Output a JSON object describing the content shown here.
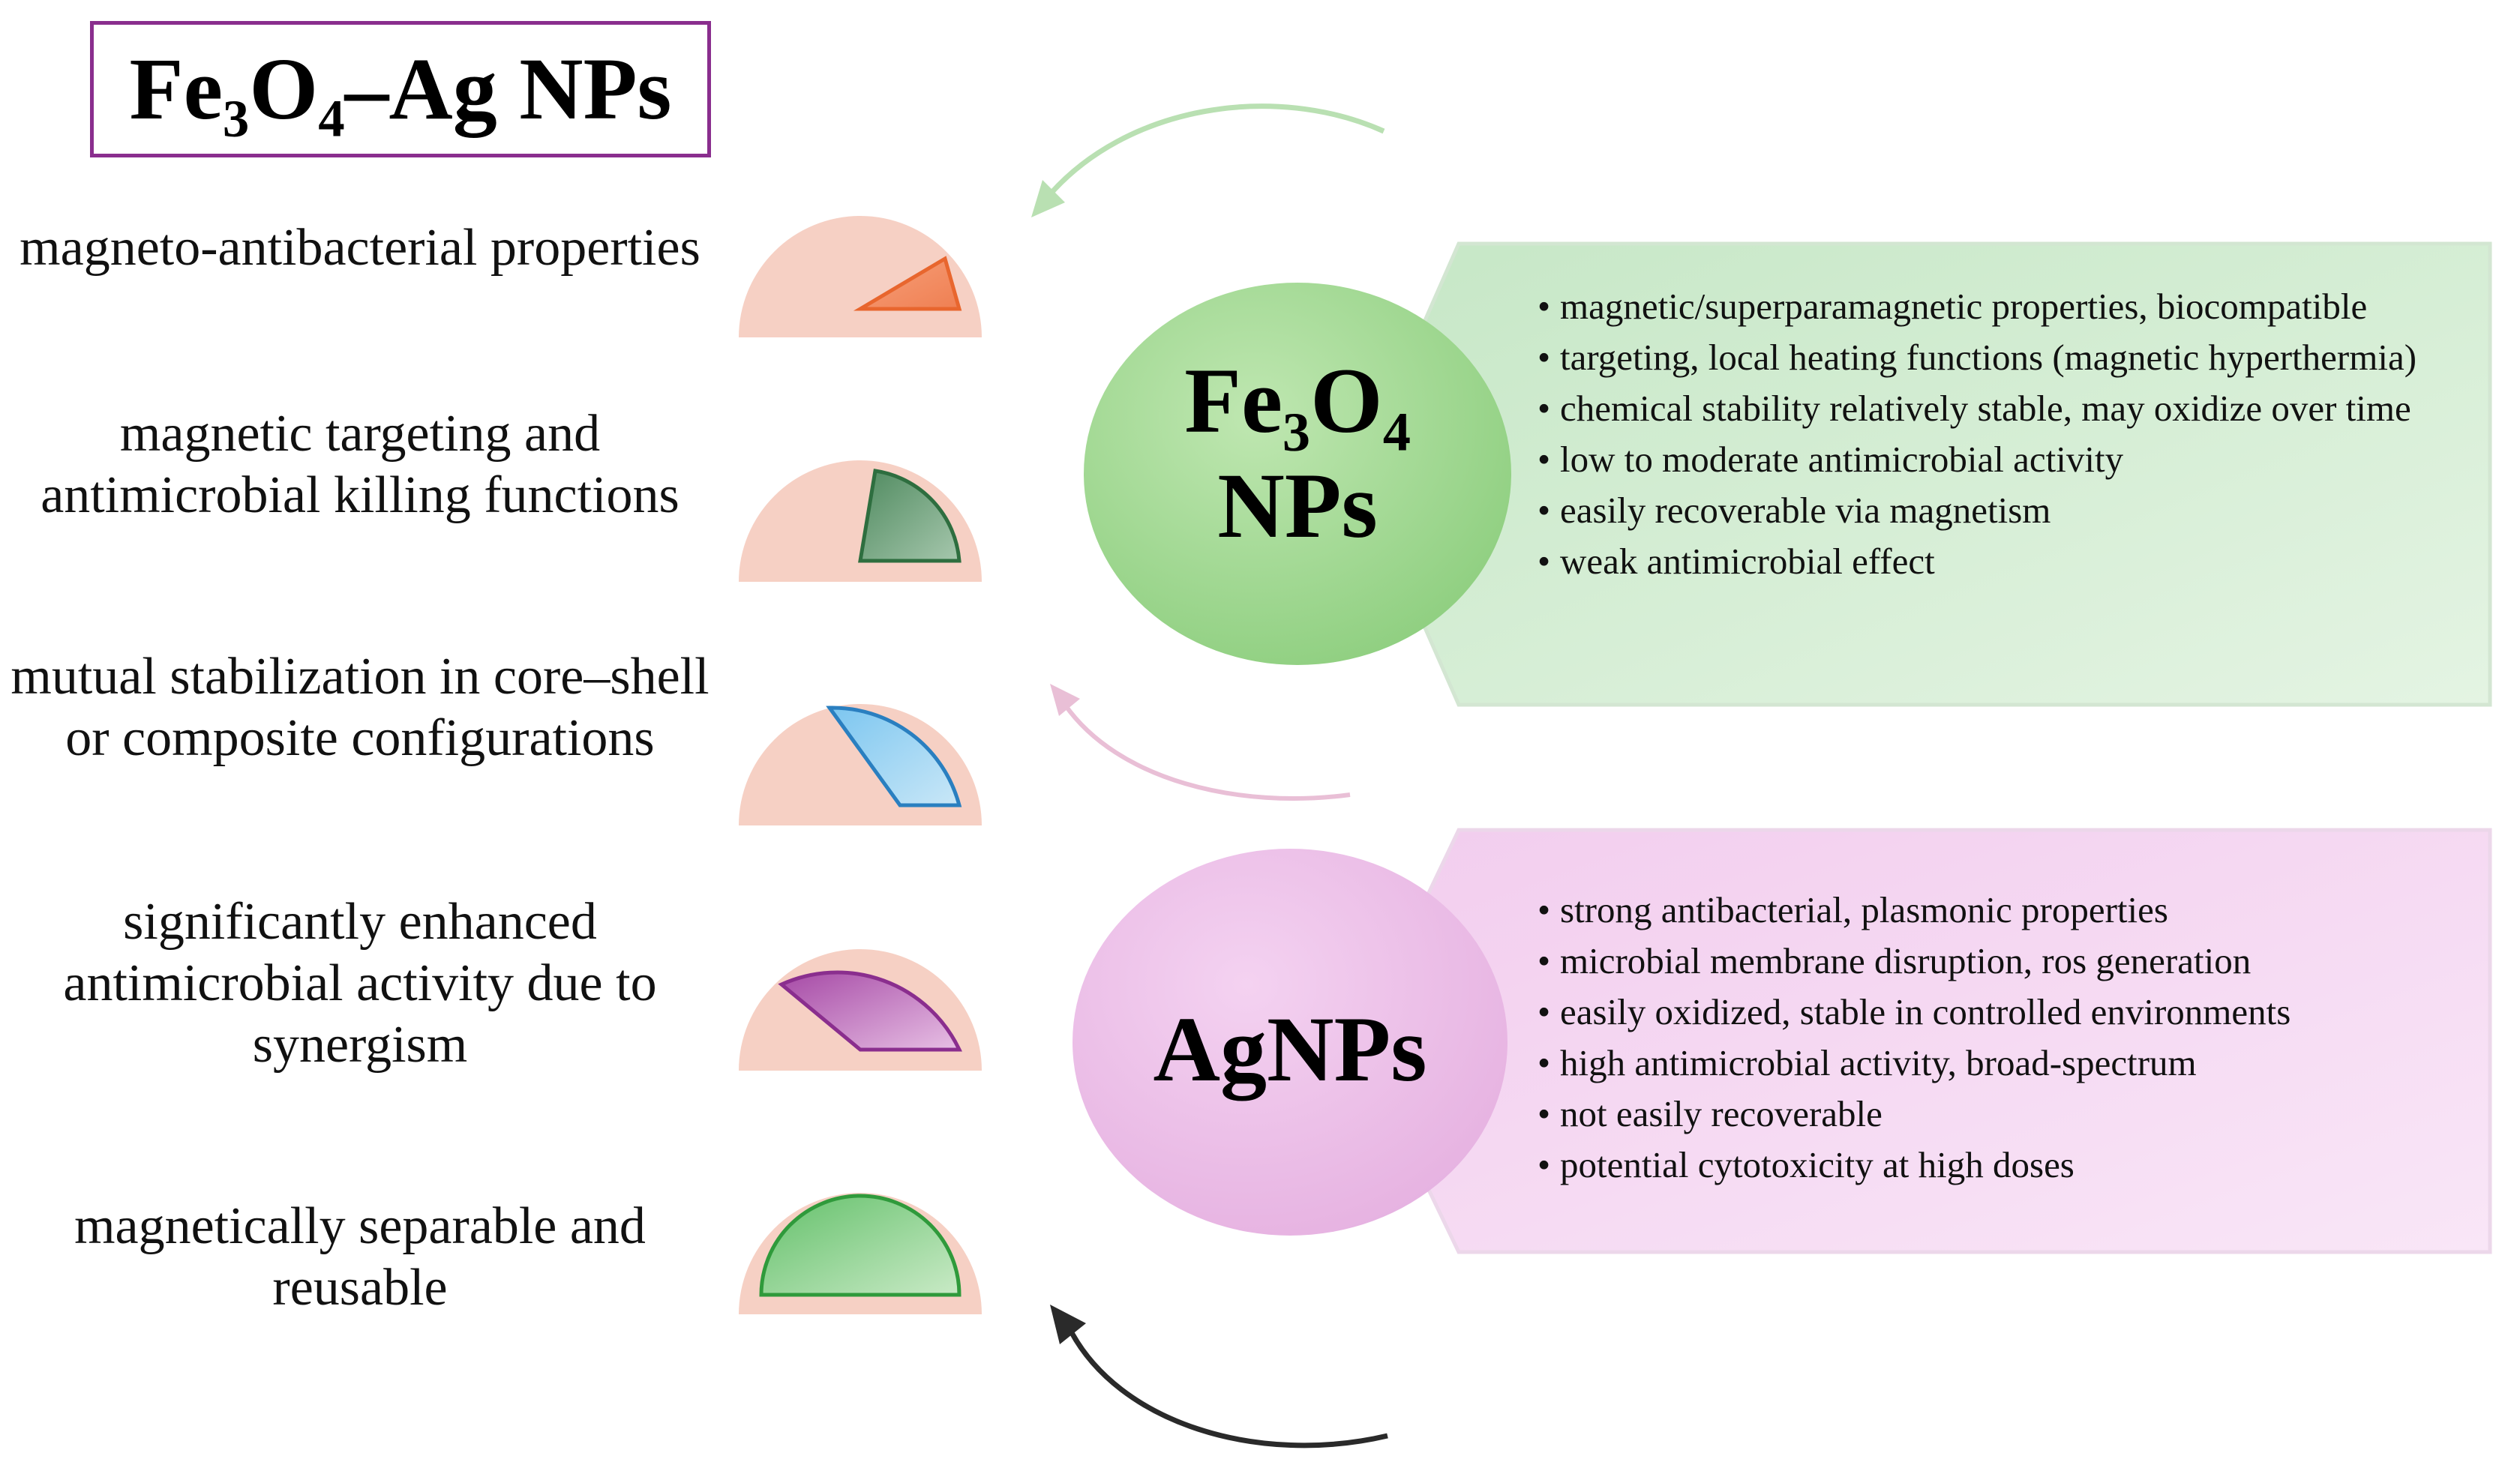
{
  "title": "Fe₃O₄–Ag NPs",
  "properties": [
    {
      "text": "magneto-antibacterial properties",
      "icon": "orange-small-wedge-icon"
    },
    {
      "text": "magnetic targeting and antimicrobial killing functions",
      "icon": "green-wedge-icon"
    },
    {
      "text": "mutual stabilization in core–shell or composite configurations",
      "icon": "blue-wedge-icon"
    },
    {
      "text": "significantly enhanced antimicrobial activity due to synergism",
      "icon": "purple-wedge-icon"
    },
    {
      "text": "magnetically separable and reusable",
      "icon": "green-half-disc-icon"
    }
  ],
  "fe3o4": {
    "label_line1": "Fe₃O₄",
    "label_line2": "NPs",
    "bullets": [
      "magnetic/superparamagnetic properties, biocompatible",
      "targeting, local heating functions (magnetic hyperthermia)",
      "chemical stability relatively stable, may oxidize over time",
      "low to moderate antimicrobial activity",
      "easily recoverable via magnetism",
      "weak antimicrobial effect"
    ]
  },
  "agnps": {
    "label": "AgNPs",
    "bullets": [
      "strong antibacterial, plasmonic properties",
      "microbial membrane disruption, ros generation",
      "easily oxidized, stable in controlled environments",
      "high antimicrobial activity, broad-spectrum",
      "not easily recoverable",
      "potential cytotoxicity at high doses"
    ]
  },
  "colors": {
    "title_border": "#8a2e8e",
    "gauge_bg": "#f6d0c4",
    "fe3o4_panel": "#d8efd7",
    "ag_panel": "#f6dcf3",
    "fe3o4_circle": "#a9dc99",
    "ag_circle": "#eec2ea"
  }
}
